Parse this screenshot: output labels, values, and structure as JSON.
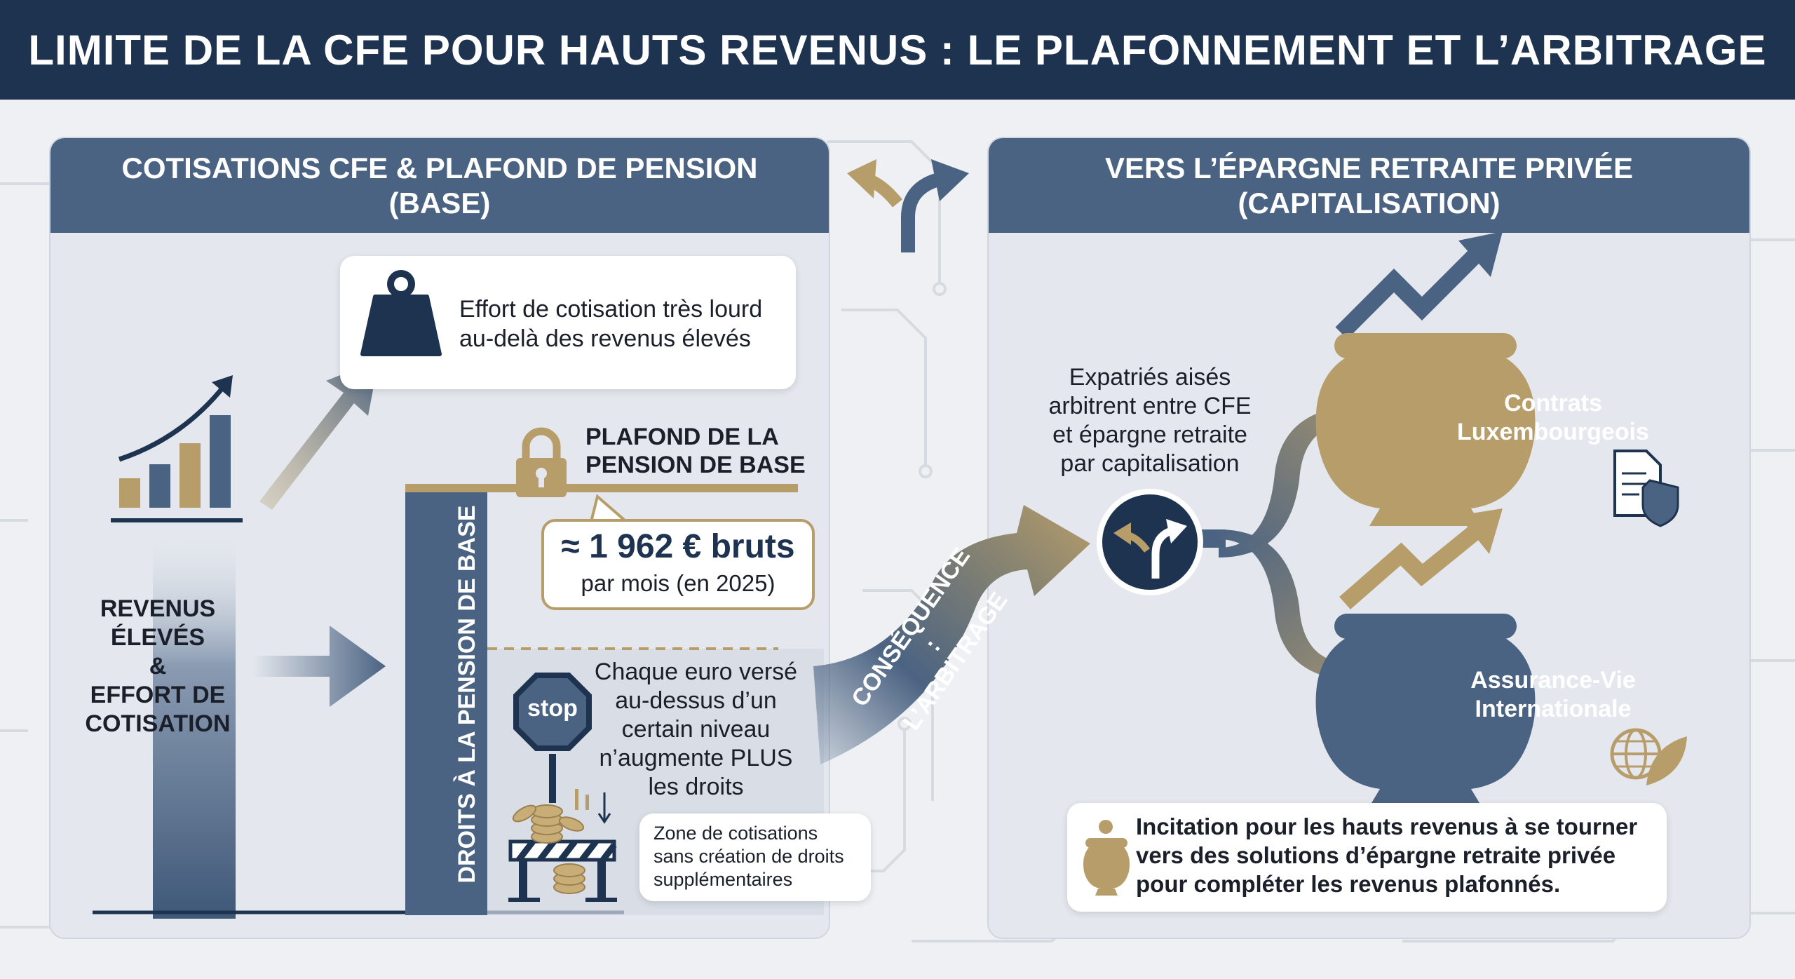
{
  "title": "LIMITE DE LA CFE POUR HAUTS REVENUS : LE PLAFONNEMENT ET L’ARBITRAGE",
  "left_panel": {
    "header": "COTISATIONS CFE & PLAFOND DE PENSION\n(BASE)",
    "effort_text": "Effort de cotisation très lourd\nau-delà des revenus élevés",
    "revenus_text": "REVENUS\nÉLEVÉS\n&\nEFFORT DE\nCOTISATION",
    "droits_text": "DROITS À LA PENSION DE BASE",
    "plafond_label": "PLAFOND DE LA\nPENSION DE BASE",
    "plafond_value": "≈ 1 962 € bruts",
    "plafond_sub": "par mois (en 2025)",
    "stop_sign": "stop",
    "euro_text": "Chaque euro versé\nau-dessus d’un\ncertain niveau\nn’augmente PLUS\nles droits",
    "zone_text": "Zone de cotisations\nsans création de droits\nsupplémentaires"
  },
  "consequence_label": "CONSÉQUENCE :\nL’ARBITRAGE",
  "right_panel": {
    "header": "VERS L’ÉPARGNE RETRAITE PRIVÉE\n(CAPITALISATION)",
    "expat_text": "Expatriés aisés\narbitrent entre CFE\net épargne retraite\npar capitalisation",
    "pot_top_label": "Contrats\nLuxembourgeois",
    "pot_bottom_label": "Assurance-Vie\nInternationale",
    "incitation_text": "Incitation pour les hauts revenus à se tourner\nvers des solutions d’épargne retraite privée\npour compléter les revenus plafonnés."
  },
  "colors": {
    "navy": "#1e3350",
    "slate": "#4b6382",
    "gold": "#b79d6a",
    "panel_bg": "#e4e8ee",
    "page_bg": "#eef0f3"
  },
  "icons": [
    "weight-icon",
    "bar-chart-icon",
    "lock-icon",
    "stop-sign-icon",
    "coins-icon",
    "barrier-icon",
    "fork-arrow-icon",
    "pot-icon",
    "document-shield-icon",
    "globe-leaf-icon",
    "trend-arrow-icon"
  ]
}
